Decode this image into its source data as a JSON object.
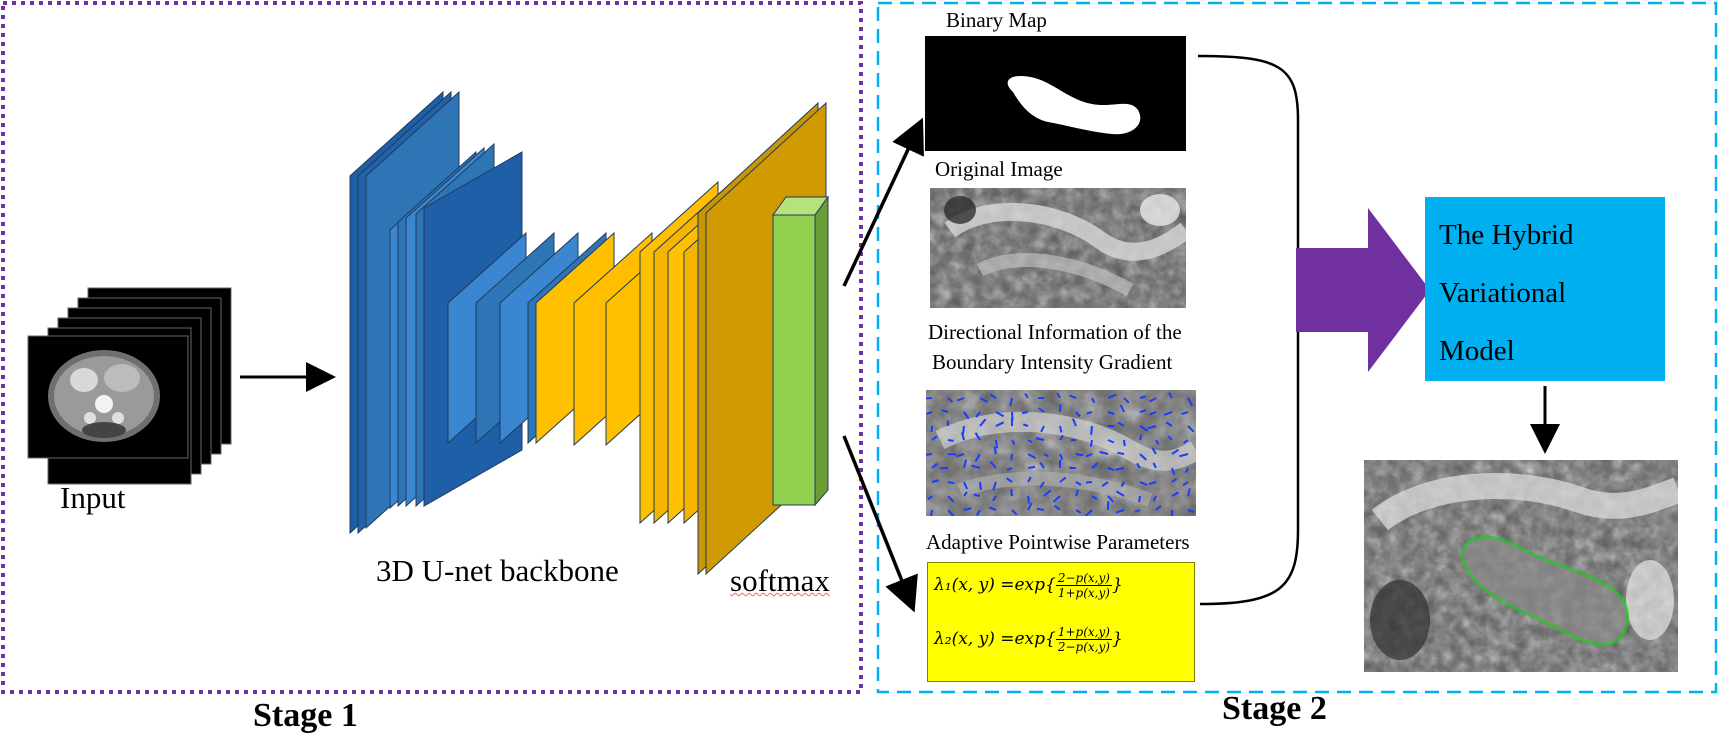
{
  "stage1": {
    "label": "Stage 1",
    "input_label": "Input",
    "backbone_label": "3D U-net backbone",
    "softmax_label": "softmax"
  },
  "stage2": {
    "label": "Stage 2",
    "binary_map_label": "Binary Map",
    "original_image_label": "Original Image",
    "directional_label_line1": "Directional Information of the",
    "directional_label_line2": "Boundary Intensity Gradient",
    "adaptive_label": "Adaptive Pointwise Parameters",
    "hybrid_box": {
      "line1": "The  Hybrid",
      "line2": "Variational",
      "line3": "Model"
    },
    "formula1": {
      "lhs": "λ₁(x, y) =exp{",
      "num": "2−p(x,y)",
      "den": "1+p(x,y)",
      "close": "}"
    },
    "formula2": {
      "lhs": "λ₂(x, y) =exp{",
      "num": "1+p(x,y)",
      "den": "2−p(x,y)",
      "close": "}"
    }
  },
  "colors": {
    "stage1_border": "#7030a0",
    "stage2_border": "#00b0f0",
    "encoder_blue": "#2e75b6",
    "decoder_yellow": "#ffc000",
    "softmax_green": "#92d050",
    "orange_block": "#d09a00",
    "hybrid_box": "#00b0f0",
    "formula_box": "#ffff00",
    "purple_arrow": "#7030a0",
    "contour_green": "#22cc22",
    "vector_blue": "#1a3cff"
  }
}
